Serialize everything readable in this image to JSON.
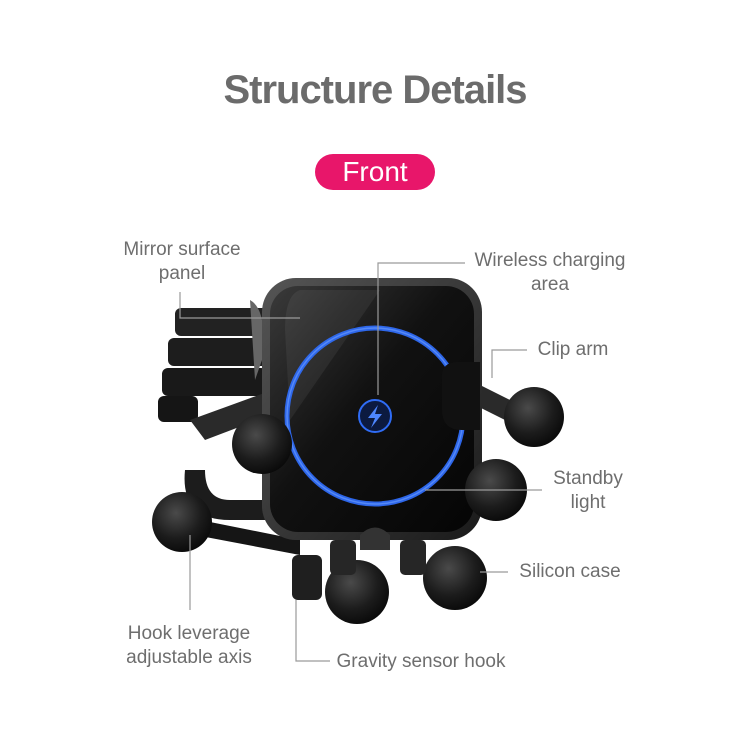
{
  "header": {
    "title": "Structure Details",
    "badge": "Front"
  },
  "colors": {
    "title_text": "#6b6b6b",
    "badge_bg": "#e8166a",
    "label_text": "#6e6e6e",
    "ring_glow": "#2f6cf5"
  },
  "callouts": {
    "mirror_panel_line1": "Mirror surface",
    "mirror_panel_line2": "panel",
    "wireless_area_line1": "Wireless charging",
    "wireless_area_line2": "area",
    "clip_arm": "Clip arm",
    "standby_light_line1": "Standby",
    "standby_light_line2": "light",
    "silicon_case": "Silicon case",
    "hook_axis_line1": "Hook leverage",
    "hook_axis_line2": "adjustable axis",
    "gravity_hook": "Gravity sensor hook"
  },
  "icons": {
    "center": "lightning-bolt-icon"
  }
}
